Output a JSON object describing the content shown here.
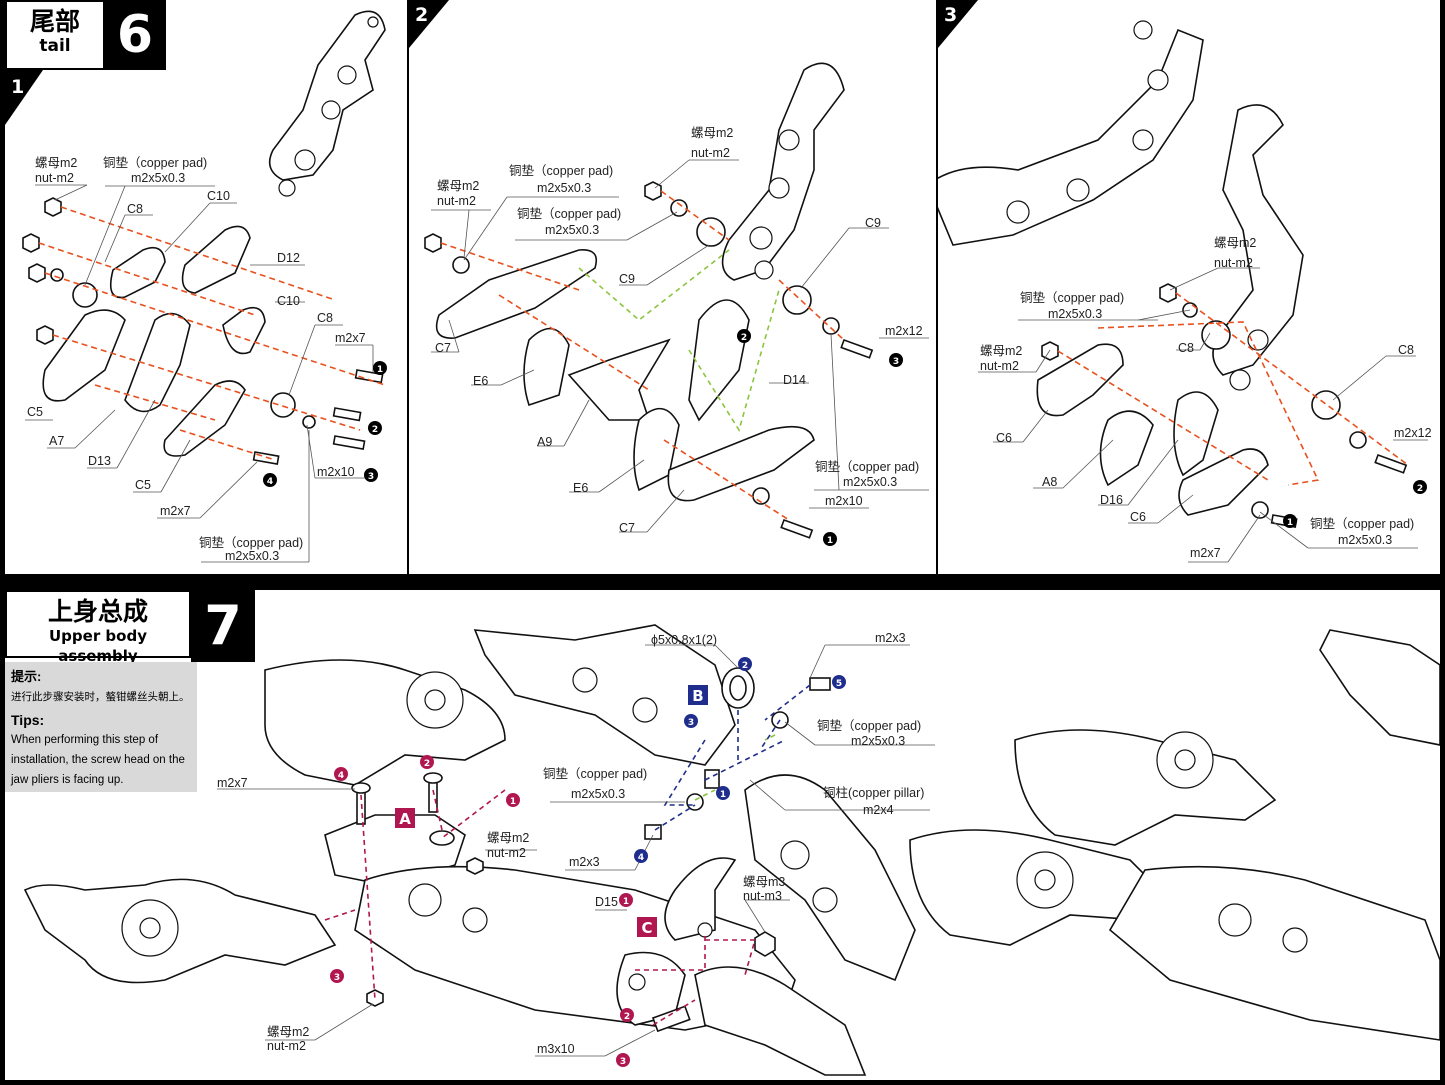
{
  "step6": {
    "title_cn": "尾部",
    "title_en": "tail",
    "number": "6",
    "panel1": {
      "num": "1",
      "labels": {
        "nut_cn": "螺母m2",
        "nut_en": "nut-m2",
        "pad_top": "铜垫（copper pad)",
        "pad_top_size": "m2x5x0.3",
        "c8a": "C8",
        "c10a": "C10",
        "d12": "D12",
        "c10b": "C10",
        "c8b": "C8",
        "m2x7a": "m2x7",
        "c5a": "C5",
        "a7": "A7",
        "d13": "D13",
        "c5b": "C5",
        "m2x10": "m2x10",
        "m2x7b": "m2x7",
        "pad_bot": "铜垫（copper pad)",
        "pad_bot_size": "m2x5x0.3",
        "n1": "1",
        "n2": "2",
        "n3": "3",
        "n4": "4"
      }
    },
    "panel2": {
      "num": "2",
      "labels": {
        "nut_cn_a": "螺母m2",
        "nut_en_a": "nut-m2",
        "nut_cn_b": "螺母m2",
        "nut_en_b": "nut-m2",
        "pad_a": "铜垫（copper pad)",
        "pad_a_size": "m2x5x0.3",
        "pad_b": "铜垫（copper pad)",
        "pad_b_size": "m2x5x0.3",
        "pad_c": "铜垫（copper pad)",
        "pad_c_size": "m2x5x0.3",
        "c9a": "C9",
        "c9b": "C9",
        "c7a": "C7",
        "e6a": "E6",
        "a9": "A9",
        "d14": "D14",
        "e6b": "E6",
        "c7b": "C7",
        "m2x12": "m2x12",
        "m2x10": "m2x10",
        "n1": "1",
        "n2": "2",
        "n3": "3"
      }
    },
    "panel3": {
      "num": "3",
      "labels": {
        "nut_cn_a": "螺母m2",
        "nut_en_a": "nut-m2",
        "nut_cn_b": "螺母m2",
        "nut_en_b": "nut-m2",
        "pad_a": "铜垫（copper pad)",
        "pad_a_size": "m2x5x0.3",
        "pad_b": "铜垫（copper pad)",
        "pad_b_size": "m2x5x0.3",
        "c8a": "C8",
        "c8b": "C8",
        "c6a": "C6",
        "a8": "A8",
        "d16": "D16",
        "c6b": "C6",
        "m2x12": "m2x12",
        "m2x7": "m2x7",
        "n1": "1",
        "n2": "2"
      }
    }
  },
  "step7": {
    "title_cn": "上身总成",
    "title_en": "Upper body assembly",
    "number": "7",
    "tips": {
      "cn_head": "提示:",
      "cn_body": "进行此步骤安装时，螯钳螺丝头朝上。",
      "en_head": "Tips:",
      "en_body": "When performing this step of installation, the screw head on the jaw pliers is facing up."
    },
    "labels": {
      "m2x7": "m2x7",
      "A": "A",
      "B": "B",
      "C": "C",
      "nut_cn_a": "螺母m2",
      "nut_en_a": "nut-m2",
      "nut_cn_b": "螺母m2",
      "nut_en_b": "nut-m2",
      "phi": "ϕ5x0.8x1(2)",
      "m2x3a": "m2x3",
      "m2x3b": "m2x3",
      "pad_a": "铜垫（copper pad)",
      "pad_a_size": "m2x5x0.3",
      "pad_b": "铜垫（copper pad)",
      "pad_b_size": "m2x5x0.3",
      "pillar": "铜柱(copper pillar)",
      "pillar_size": "m2x4",
      "d15": "D15",
      "nut_m3_cn": "螺母m3",
      "nut_m3_en": "nut-m3",
      "m3x10": "m3x10",
      "nA1": "1",
      "nA2": "2",
      "nA3": "3",
      "nA4": "4",
      "nB1": "1",
      "nB2": "2",
      "nB3": "3",
      "nB4": "4",
      "nB5": "5",
      "nC1": "1",
      "nC2": "2",
      "nC3": "3"
    }
  },
  "colors": {
    "red_arrow": "#e8501e",
    "green_arrow": "#8bc43f",
    "blue_arrow": "#1f2d8c",
    "magenta_arrow": "#b01650",
    "tips_bg": "#d9d9d9"
  }
}
